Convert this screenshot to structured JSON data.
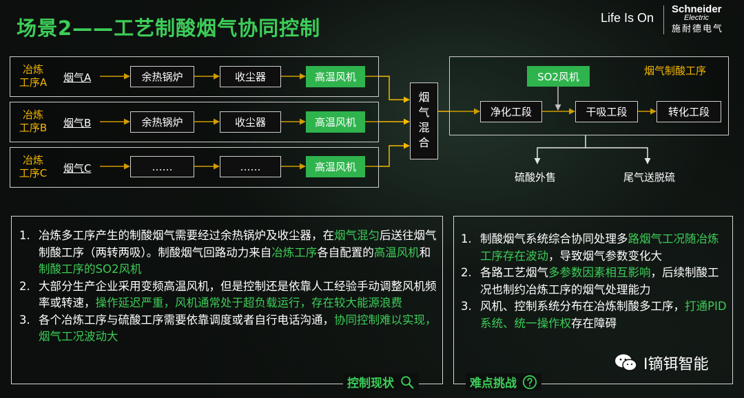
{
  "header": {
    "title": "场景2——工艺制酸烟气协同控制",
    "tagline": "Life Is On",
    "brand_name": "Schneider",
    "brand_sub": "Electric",
    "brand_cn": "施耐德电气"
  },
  "colors": {
    "accent_green": "#3dcd58",
    "node_green": "#2fb34d",
    "label_yellow": "#f6b800"
  },
  "diagram": {
    "lines": [
      {
        "stage": "冶炼\n工序A",
        "smoke": "烟气A",
        "node1": "余热锅炉",
        "node2": "收尘器",
        "fan": "高温风机"
      },
      {
        "stage": "冶炼\n工序B",
        "smoke": "烟气B",
        "node1": "余热锅炉",
        "node2": "收尘器",
        "fan": "高温风机"
      },
      {
        "stage": "冶炼\n工序C",
        "smoke": "烟气C",
        "node1": "……",
        "node2": "……",
        "fan": "高温风机"
      }
    ],
    "mix_label": "烟\n气\n混\n合",
    "acid_section": {
      "title": "烟气制酸工序",
      "so2_fan": "SO2风机",
      "step1": "净化工段",
      "step2": "干吸工段",
      "step3": "转化工段"
    },
    "outlet_left": "硫酸外售",
    "outlet_right": "尾气送脱硫"
  },
  "current_status": {
    "tag": "控制现状",
    "tag_icon": "search-icon",
    "items": [
      {
        "num": "1.",
        "parts": [
          {
            "text": "冶炼多工序产生的制酸烟气需要经过余热锅炉及收尘器，在",
            "hl": false
          },
          {
            "text": "烟气混匀",
            "hl": true
          },
          {
            "text": "后送往烟气制酸工序（两转两吸）。制酸烟气回路动力来自",
            "hl": false
          },
          {
            "text": "冶炼工序",
            "hl": true
          },
          {
            "text": "各自配置的",
            "hl": false
          },
          {
            "text": "高温风机",
            "hl": true
          },
          {
            "text": "和",
            "hl": false
          },
          {
            "text": "制酸工序的SO2风机",
            "hl": true
          }
        ]
      },
      {
        "num": "2.",
        "parts": [
          {
            "text": "大部分生产企业采用变频高温风机，但是控制还是依靠人工经验手动调整风机频率或转速，",
            "hl": false
          },
          {
            "text": "操作延迟严重，风机通常处于超负载运行，存在较大能源浪费",
            "hl": true
          }
        ]
      },
      {
        "num": "3.",
        "parts": [
          {
            "text": "各个冶炼工序与硫酸工序需要依靠调度或者自行电话沟通，",
            "hl": false
          },
          {
            "text": "协同控制难以实现，烟气工况波动大",
            "hl": true
          }
        ]
      }
    ]
  },
  "challenges": {
    "tag": "难点挑战",
    "tag_icon": "question-circle-icon",
    "items": [
      {
        "num": "1.",
        "parts": [
          {
            "text": "制酸烟气系统综合协同处理多",
            "hl": false
          },
          {
            "text": "路烟气工况随冶炼工序存在波动",
            "hl": true
          },
          {
            "text": "，导致烟气参数变化大",
            "hl": false
          }
        ]
      },
      {
        "num": "2.",
        "parts": [
          {
            "text": "各路工艺烟气",
            "hl": false
          },
          {
            "text": "多参数因素相互影响",
            "hl": true
          },
          {
            "text": "，后续制酸工况也制约冶炼工序的烟气处理能力",
            "hl": false
          }
        ]
      },
      {
        "num": "3.",
        "parts": [
          {
            "text": "风机、控制系统分布在冶炼制酸多工序，",
            "hl": false
          },
          {
            "text": "打通PID系统、统一操作权",
            "hl": true
          },
          {
            "text": "存在障碍",
            "hl": false
          }
        ]
      }
    ]
  },
  "watermark": {
    "icon": "wechat-icon",
    "text": "I镝铒智能"
  }
}
